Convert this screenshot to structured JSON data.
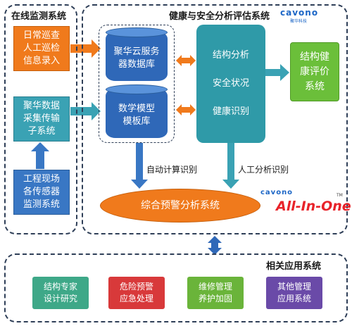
{
  "online_monitoring": {
    "title": "在线监测系统",
    "daily_inspection": [
      "日常巡查",
      "人工巡检",
      "信息录入"
    ],
    "data_acquisition": [
      "聚华数据",
      "采集传输",
      "子系统"
    ],
    "sensors": [
      "工程现场",
      "各传感器",
      "监测系统"
    ]
  },
  "health_system": {
    "title": "健康与安全分析评估系统",
    "logo": "cavono",
    "logo_sub": "聚华科技",
    "db_server": [
      "聚华云服务",
      "器数据库"
    ],
    "math_model": [
      "数学模型",
      "模板库"
    ],
    "analysis": [
      "结构分析",
      "安全状况",
      "健康识别"
    ],
    "health_eval": [
      "结构健",
      "康评价",
      "系统"
    ],
    "auto_calc": "自动计算识别",
    "manual_analysis": "人工分析识别",
    "warning_system": "综合预警分析系统",
    "brand_logo": "cavono",
    "brand": "All-In-One",
    "tm": "TM"
  },
  "related_apps": {
    "title": "相关应用系统",
    "apps": [
      [
        "结构专家",
        "设计研究"
      ],
      [
        "危险预警",
        "应急处理"
      ],
      [
        "维修管理",
        "养护加固"
      ],
      [
        "其他管理",
        "应用系统"
      ]
    ]
  },
  "colors": {
    "orange": "#f07a1c",
    "teal": "#3aa2b4",
    "blue": "#3977c4",
    "green": "#6bbf3a",
    "red": "#d8393a",
    "purple": "#6a4aa8"
  }
}
